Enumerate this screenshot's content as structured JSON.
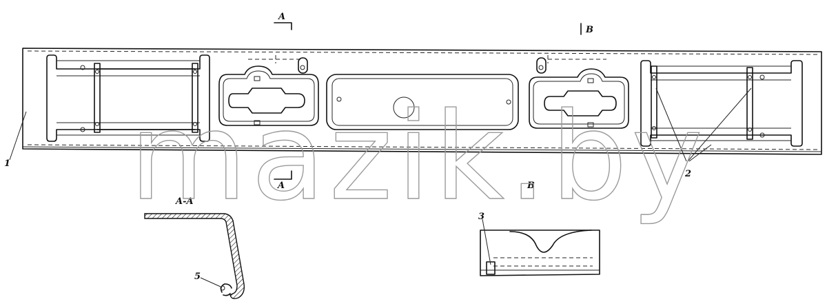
{
  "section_labels": {
    "a_top": "A",
    "b_top": "B",
    "a_bottom": "A",
    "b_bottom": "B",
    "section_aa": "A-A"
  },
  "callouts": {
    "part_1": "1",
    "part_2": "2",
    "part_3": "3",
    "part_5": "5"
  },
  "watermark": "mazik.by",
  "colors": {
    "ink": "#111111",
    "watermark": "#9a9a9a",
    "background": "#ffffff"
  }
}
